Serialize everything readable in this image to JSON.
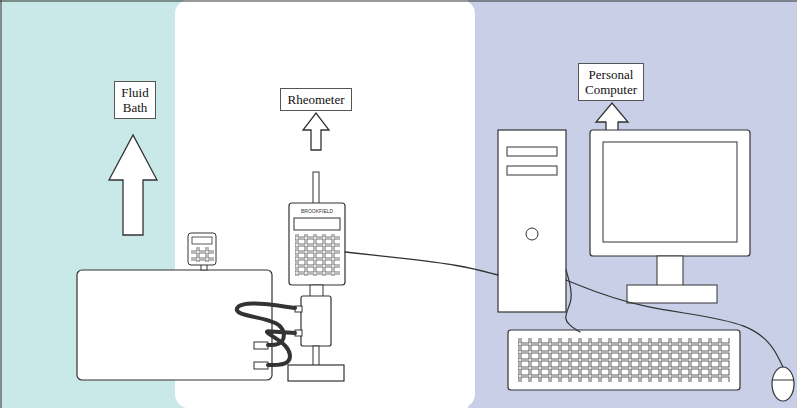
{
  "diagram": {
    "nodes": [
      {
        "text": [
          "Fluid Bath"
        ]
      },
      {
        "text": [
          "Rheometer"
        ]
      },
      {
        "text": [
          "Personal Computer"
        ]
      }
    ],
    "labels": [
      "BROOKFIELD"
    ]
  }
}
